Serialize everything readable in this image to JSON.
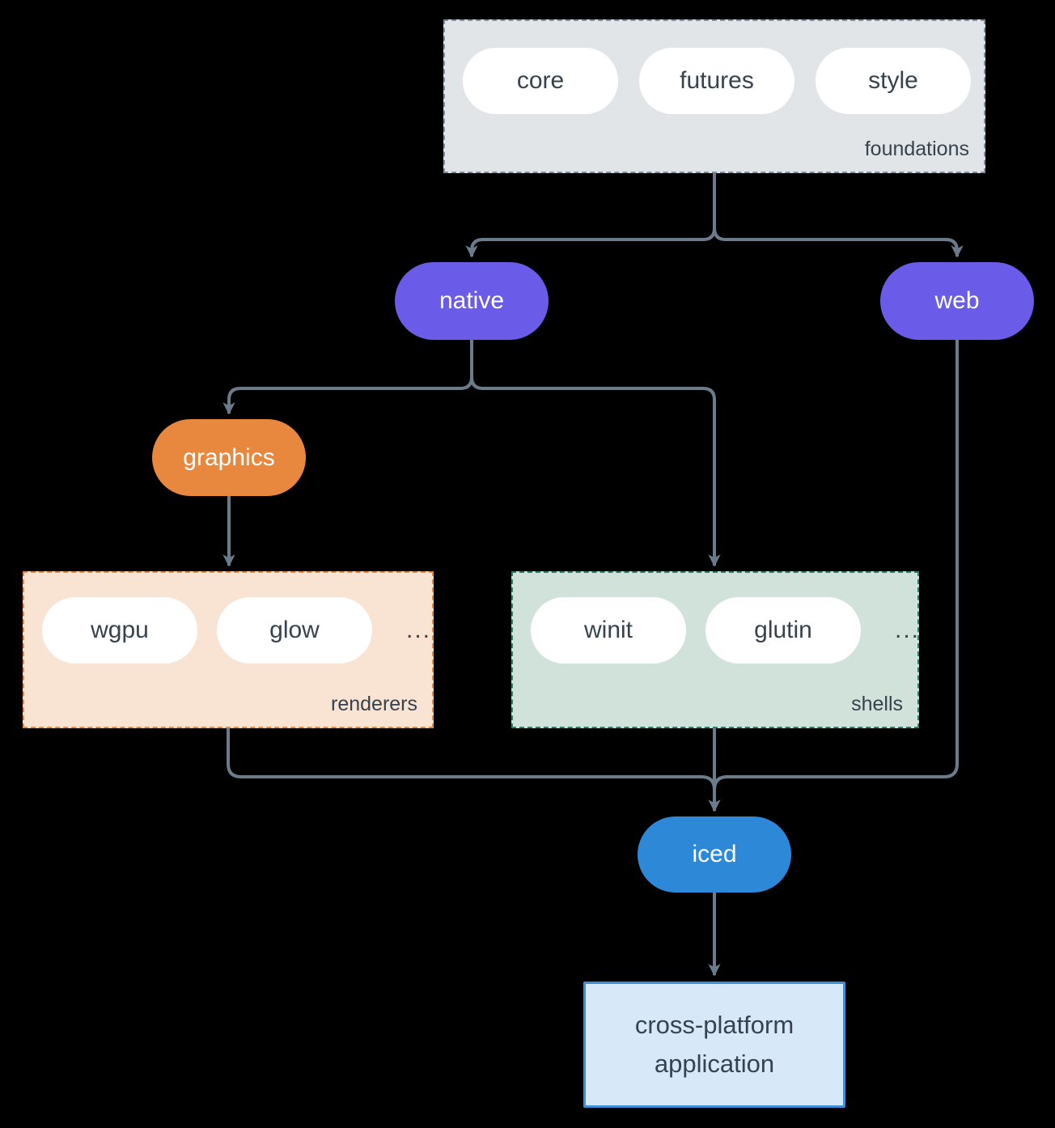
{
  "groups": {
    "foundations": {
      "label": "foundations",
      "pills": [
        "core",
        "futures",
        "style"
      ]
    },
    "renderers": {
      "label": "renderers",
      "pills": [
        "wgpu",
        "glow"
      ],
      "ellipsis": "..."
    },
    "shells": {
      "label": "shells",
      "pills": [
        "winit",
        "glutin"
      ],
      "ellipsis": "..."
    }
  },
  "nodes": {
    "native": {
      "label": "native"
    },
    "web": {
      "label": "web"
    },
    "graphics": {
      "label": "graphics"
    },
    "iced": {
      "label": "iced"
    },
    "application": {
      "line1": "cross-platform",
      "line2": "application"
    }
  },
  "colors": {
    "background": "#000000",
    "arrow": "#6b7b8c",
    "node-text": "#ffffff",
    "text-dark": "#36434f",
    "purple": "#6a5ce8",
    "orange": "#e8873e",
    "blue": "#2e88d8",
    "pill-bg": "#ffffff",
    "foundations-fill": "#e1e5e8",
    "foundations-border": "#7f8fa0",
    "renderers-fill": "#f9e3d3",
    "renderers-border": "#e8873e",
    "shells-fill": "#d1e2db",
    "shells-border": "#2f7d6d",
    "app-fill": "#d7e8f8",
    "app-border": "#3c90da"
  }
}
